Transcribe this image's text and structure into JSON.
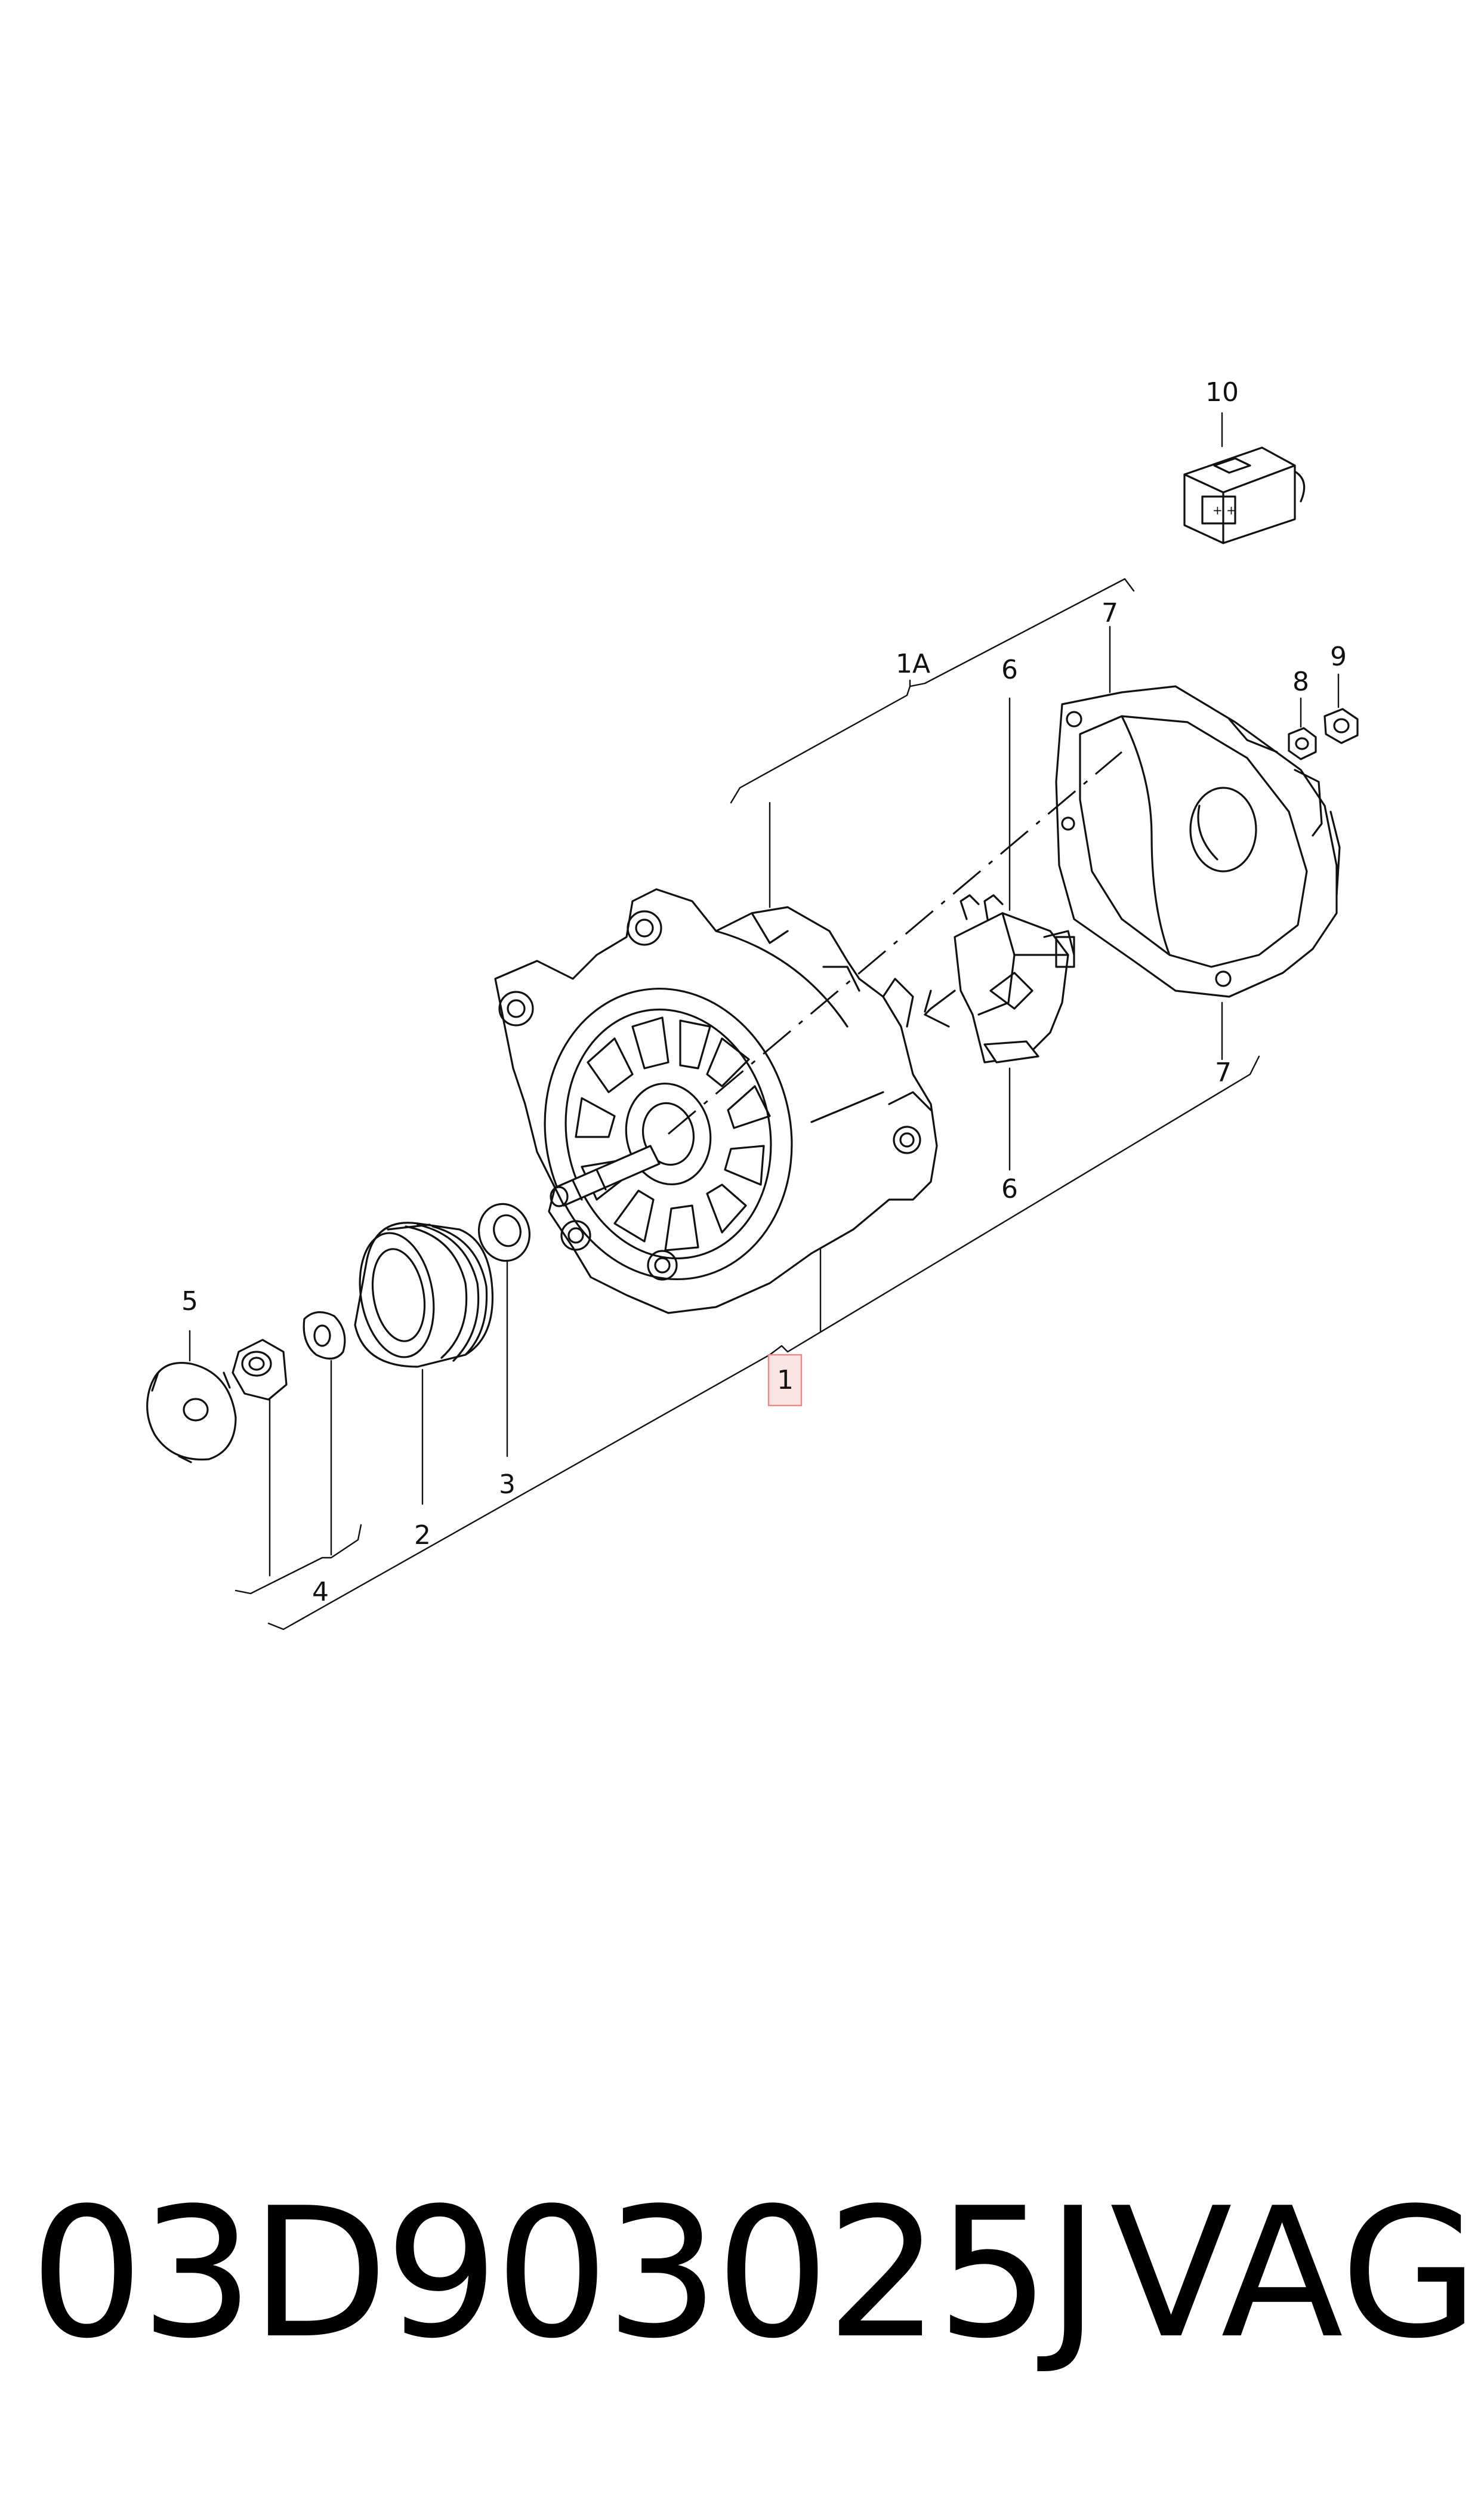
{
  "callouts": {
    "c1": "1",
    "c1a": "1A",
    "c2": "2",
    "c3": "3",
    "c4": "4",
    "c5": "5",
    "c6_top": "6",
    "c6_bottom": "6",
    "c7_top": "7",
    "c7_bottom": "7",
    "c8": "8",
    "c9": "9",
    "c10": "10"
  },
  "footer": {
    "part_number": "03D903025J",
    "brand": "VAG"
  },
  "colors": {
    "line": "#111111",
    "highlight_stroke": "#e88888",
    "highlight_fill": "#fbe4e4"
  }
}
